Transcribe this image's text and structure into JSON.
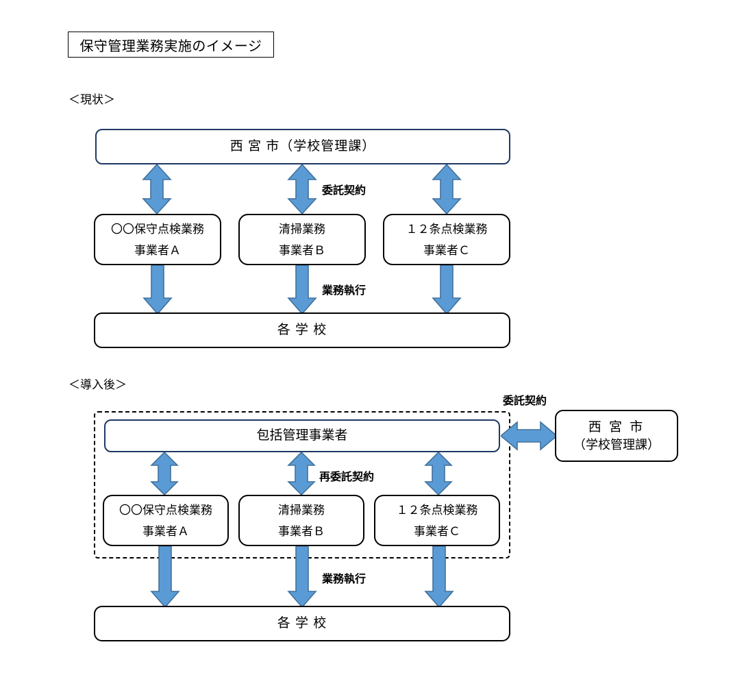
{
  "title": {
    "text": "保守管理業務実施のイメージ"
  },
  "sections": [
    {
      "label": "＜現状＞"
    },
    {
      "label": "＜導入後＞"
    }
  ],
  "colors": {
    "arrow_fill": "#5B9BD5",
    "arrow_stroke": "#41719C",
    "blue_box_border": "#1F3864",
    "black_box_border": "#000000",
    "dashed_border": "#000000"
  },
  "current": {
    "city_box": {
      "text": "西 宮 市（学校管理課）"
    },
    "contract_label": "委託契約",
    "execution_label": "業務執行",
    "contractors": [
      {
        "service": "〇〇保守点検業務",
        "vendor": "事業者Ａ"
      },
      {
        "service": "清掃業務",
        "vendor": "事業者Ｂ"
      },
      {
        "service": "１２条点検業務",
        "vendor": "事業者Ｃ"
      }
    ],
    "schools_box": {
      "text": "各 学 校"
    }
  },
  "after": {
    "manager_box": {
      "text": "包括管理事業者"
    },
    "city_box": {
      "line1": "西 宮 市",
      "line2": "（学校管理課）"
    },
    "contract_label": "委託契約",
    "subcontract_label": "再委託契約",
    "execution_label": "業務執行",
    "contractors": [
      {
        "service": "〇〇保守点検業務",
        "vendor": "事業者Ａ"
      },
      {
        "service": "清掃業務",
        "vendor": "事業者Ｂ"
      },
      {
        "service": "１２条点検業務",
        "vendor": "事業者Ｃ"
      }
    ],
    "schools_box": {
      "text": "各 学 校"
    }
  }
}
